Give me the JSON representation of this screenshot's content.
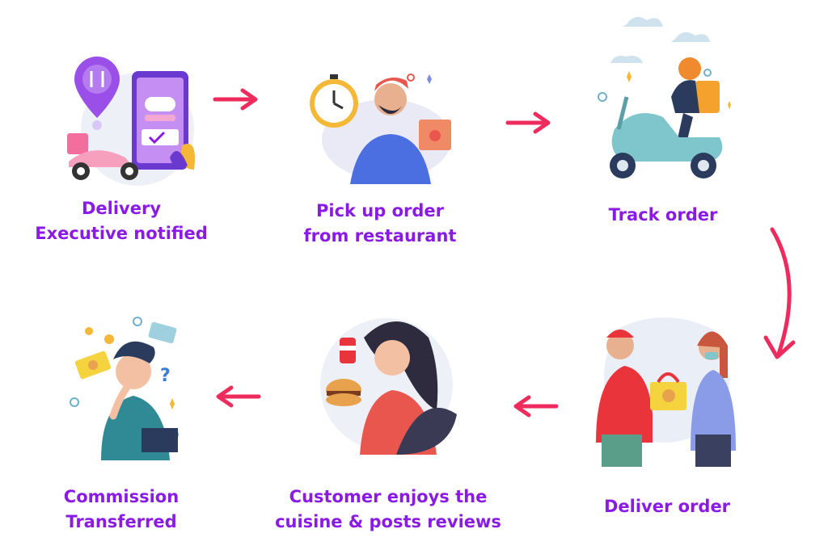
{
  "colors": {
    "label": "#8a1be6",
    "arrow": "#ef2b5d"
  },
  "steps": [
    {
      "lines": [
        "Delivery",
        "Executive notified"
      ],
      "icon": "delivery-notification-illustration"
    },
    {
      "lines": [
        "Pick up order",
        "from restaurant"
      ],
      "icon": "pickup-order-illustration"
    },
    {
      "lines": [
        "Track order"
      ],
      "icon": "scooter-rider-illustration"
    },
    {
      "lines": [
        "Deliver order"
      ],
      "icon": "handover-illustration"
    },
    {
      "lines": [
        "Customer enjoys the",
        "cuisine & posts reviews"
      ],
      "icon": "customer-eating-illustration"
    },
    {
      "lines": [
        "Commission",
        "Transferred"
      ],
      "icon": "commission-illustration"
    }
  ],
  "arrows": [
    "arrow-right-icon",
    "arrow-right-icon",
    "arrow-curved-down-icon",
    "arrow-left-icon",
    "arrow-left-icon"
  ]
}
